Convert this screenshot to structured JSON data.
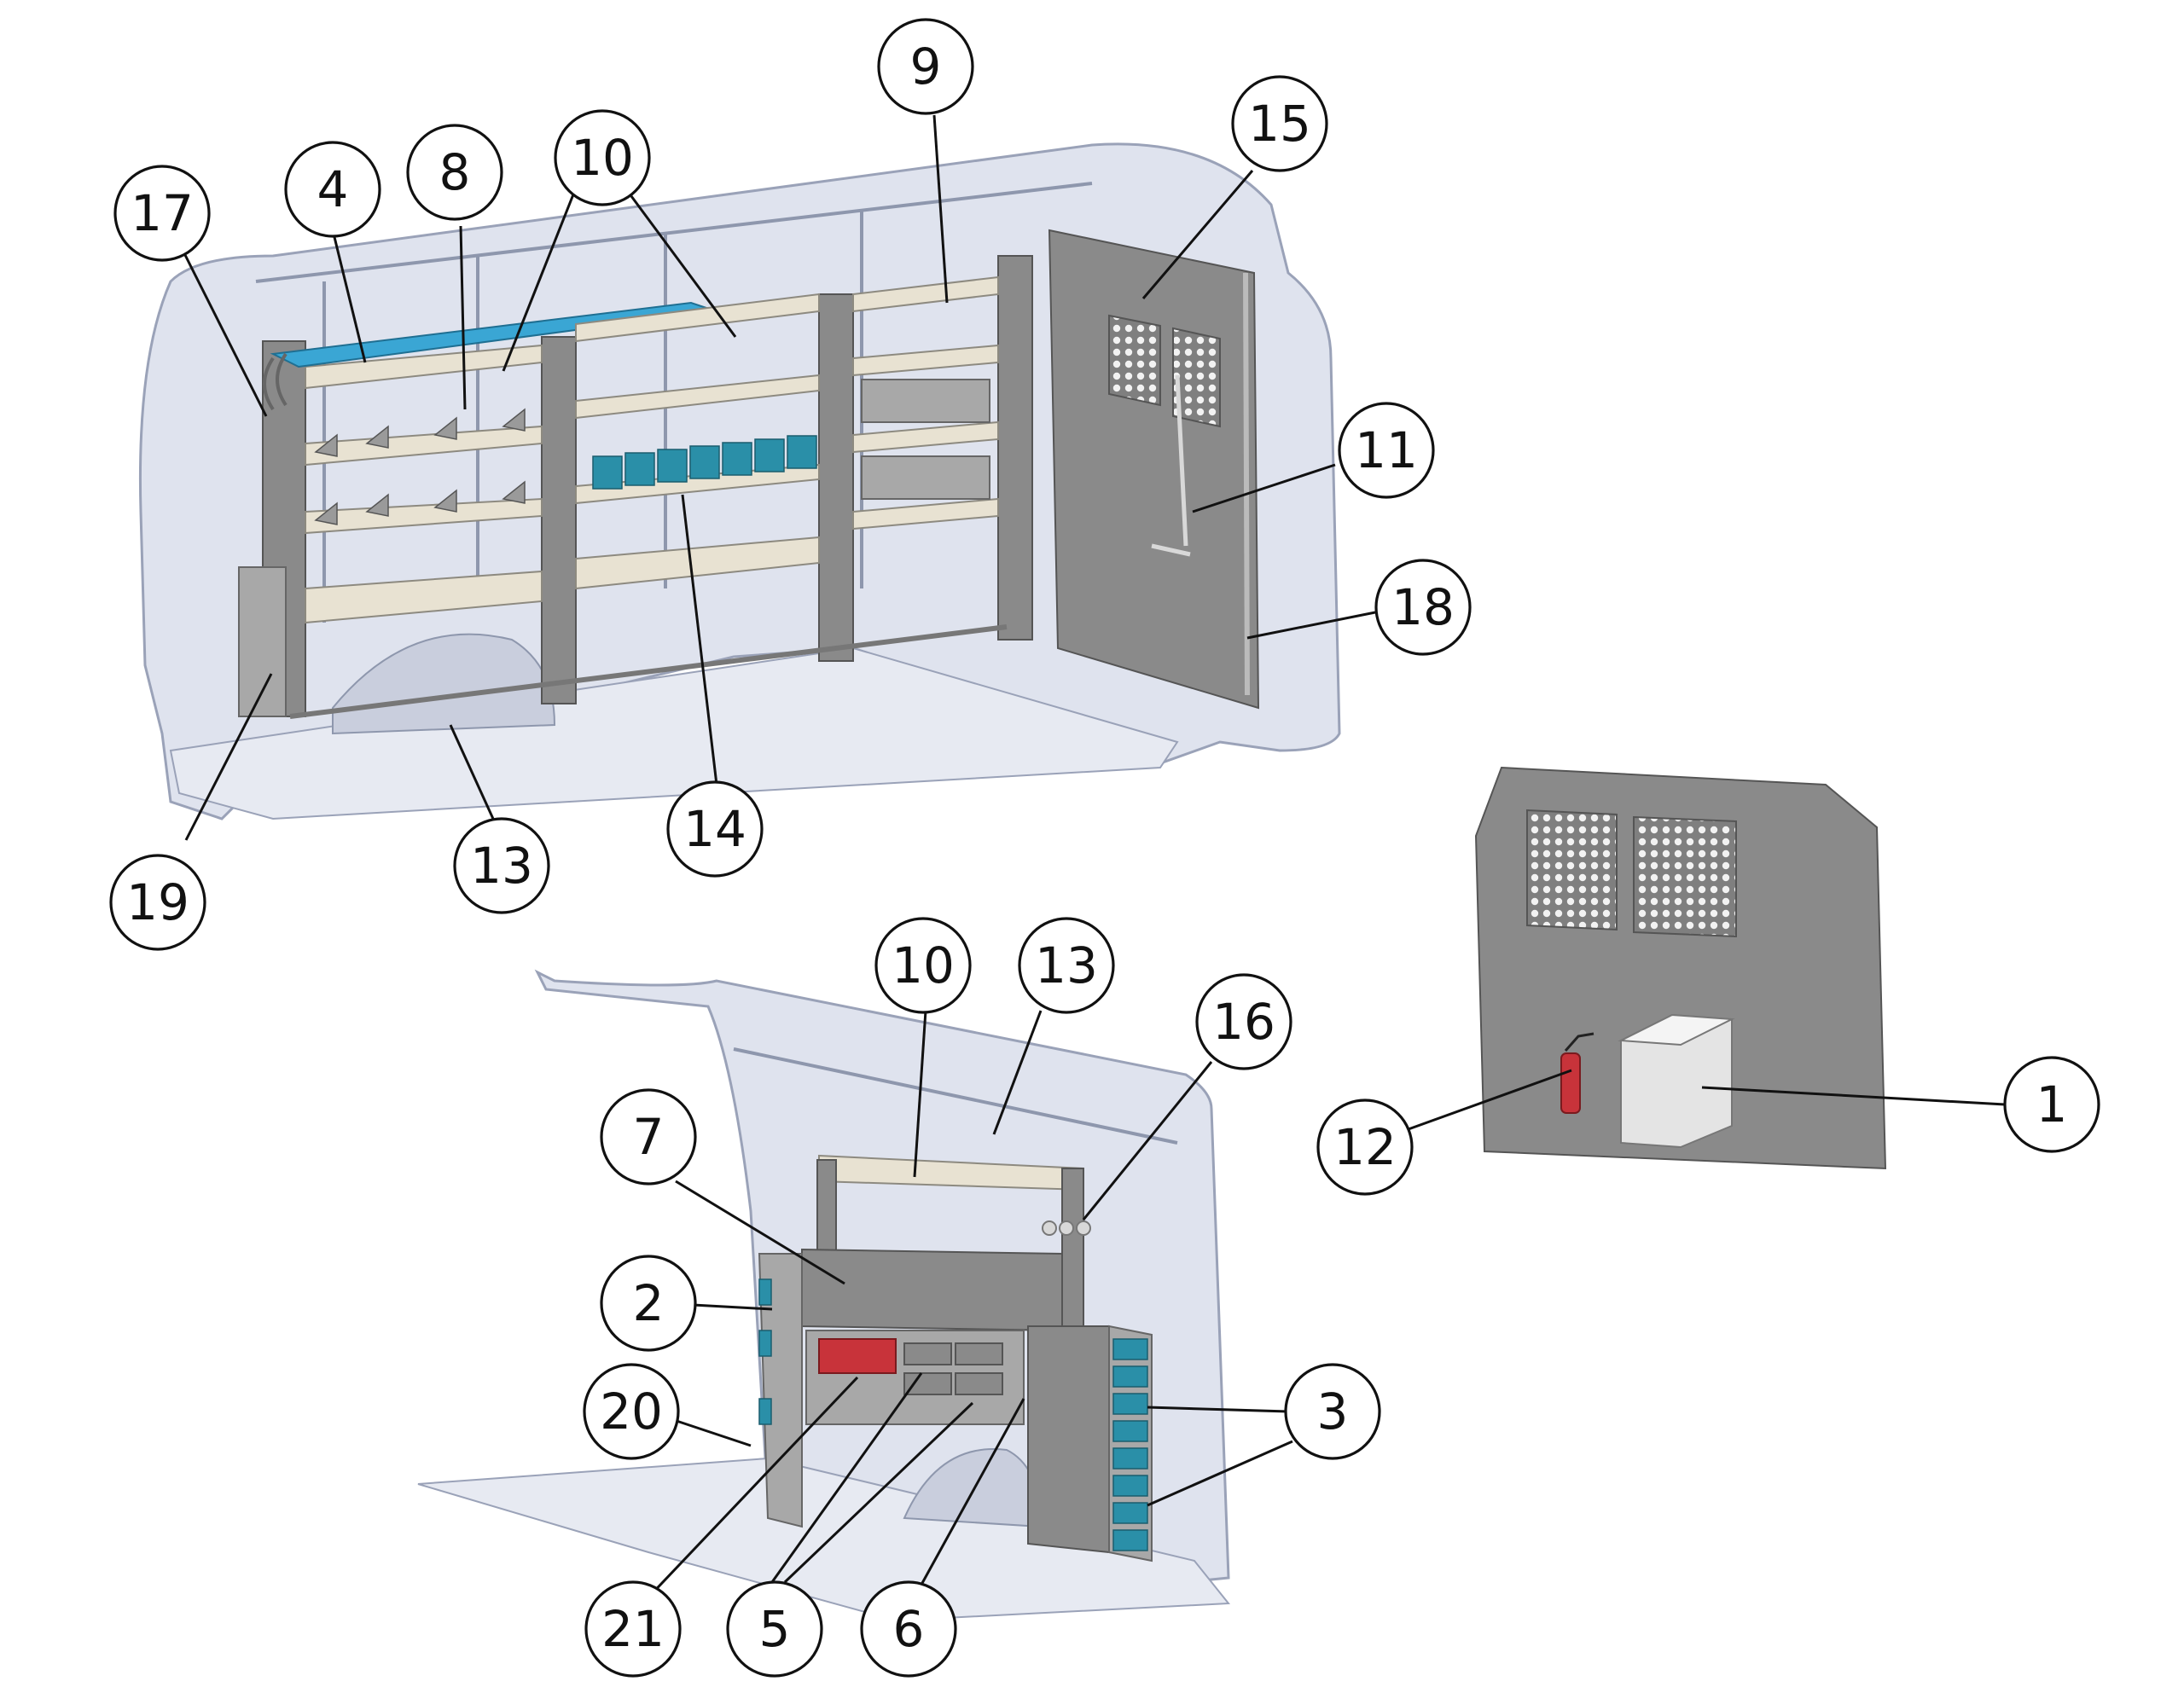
{
  "diagram": {
    "callouts": [
      {
        "id": "c17",
        "label": "17"
      },
      {
        "id": "c4",
        "label": "4"
      },
      {
        "id": "c8",
        "label": "8"
      },
      {
        "id": "c10a",
        "label": "10"
      },
      {
        "id": "c9",
        "label": "9"
      },
      {
        "id": "c15",
        "label": "15"
      },
      {
        "id": "c11",
        "label": "11"
      },
      {
        "id": "c18",
        "label": "18"
      },
      {
        "id": "c19",
        "label": "19"
      },
      {
        "id": "c13a",
        "label": "13"
      },
      {
        "id": "c14",
        "label": "14"
      },
      {
        "id": "c10b",
        "label": "10"
      },
      {
        "id": "c13b",
        "label": "13"
      },
      {
        "id": "c16",
        "label": "16"
      },
      {
        "id": "c7",
        "label": "7"
      },
      {
        "id": "c2",
        "label": "2"
      },
      {
        "id": "c20",
        "label": "20"
      },
      {
        "id": "c3",
        "label": "3"
      },
      {
        "id": "c21",
        "label": "21"
      },
      {
        "id": "c5",
        "label": "5"
      },
      {
        "id": "c6",
        "label": "6"
      },
      {
        "id": "c12",
        "label": "12"
      },
      {
        "id": "c1",
        "label": "1"
      }
    ],
    "colors": {
      "van_shell": "#dfe3ee",
      "shelf_steel": "#8a8a8a",
      "shelf_board": "#e8e2d2",
      "bins": "#2a8fa8",
      "top_tray": "#3aa6d4",
      "extinguisher": "#c8333a"
    }
  }
}
